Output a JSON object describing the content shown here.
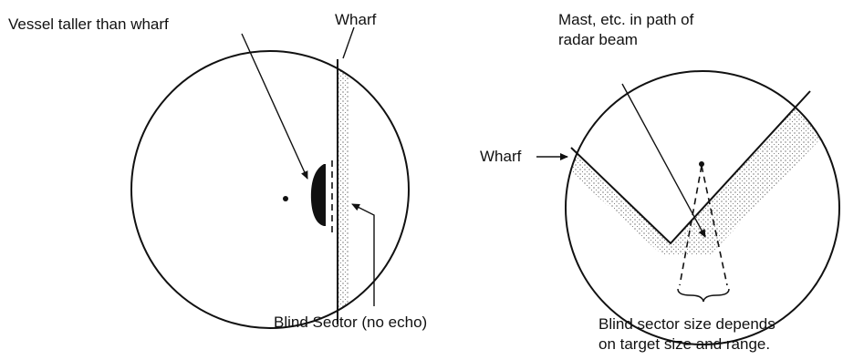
{
  "left_diagram": {
    "label_vessel": "Vessel taller than wharf",
    "label_wharf": "Wharf",
    "label_blind_sector": "Blind Sector (no echo)"
  },
  "right_diagram": {
    "label_mast_line1": "Mast, etc. in path of",
    "label_mast_line2": "radar beam",
    "label_wharf": "Wharf",
    "label_blind_size_line1": "Blind sector size depends",
    "label_blind_size_line2": "on target size and range."
  },
  "colors": {
    "ink": "#111111",
    "background": "#ffffff"
  }
}
